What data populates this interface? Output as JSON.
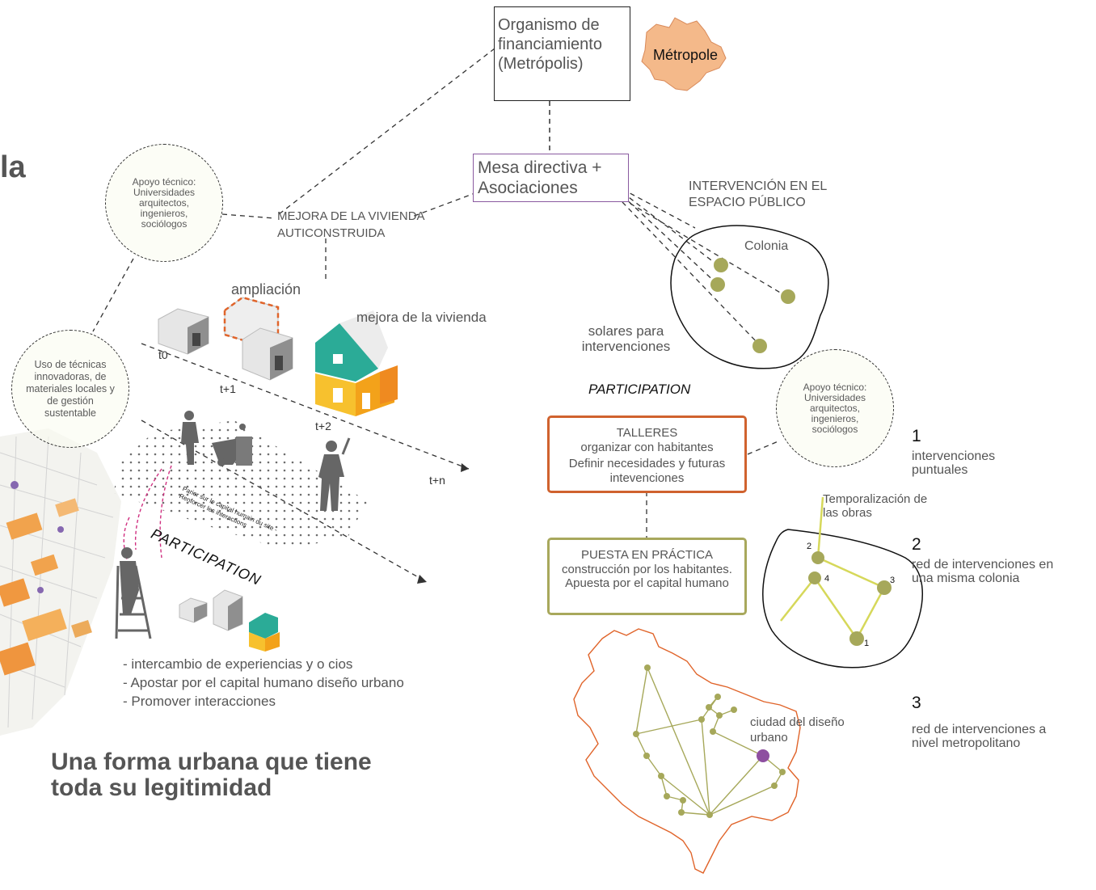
{
  "colors": {
    "metropole_fill": "#f4b98a",
    "olive": "#a6a85a",
    "yellow_green": "#d6d85a",
    "orange": "#e0642a",
    "purple": "#8e4fa0",
    "magenta": "#d03080",
    "box_border_orange": "#d0622e",
    "box_border_olive": "#a8a85c",
    "box_border_purple": "#8a5aa0"
  },
  "page_heading_fragment": "la",
  "financing_box": "Organismo de financiamiento (Metrópolis)",
  "metropole_label": "Métropole",
  "mesa_box": "Mesa directiva + Asociaciones",
  "espacio_publico": "INTERVENCIÓN EN EL ESPACIO PÚBLICO",
  "colonia_label": "Colonia",
  "apoyo_tecnico_left": "Apoyo técnico: Universidades arquitectos, ingenieros, sociólogos",
  "apoyo_tecnico_right": "Apoyo técnico: Universidades arquitectos, ingenieros, sociólogos",
  "mejora_autoconstruida": "MEJORA DE LA VIVIENDA AUTICONSTRUIDA",
  "ampliacion": "ampliación",
  "mejora_vivienda": "mejora de la vivienda",
  "tecnicas": "Uso de técnicas innovadoras, de materiales locales y de gestión sustentable",
  "time_labels": [
    "t0",
    "t+1",
    "t+2",
    "t+n"
  ],
  "participation_left": "PARTICIPATION",
  "small_french_text": "Parier sur le capital humain du site - Renforcer les interactions",
  "solares": "solares para intervenciones",
  "participation_right": "PARTICIPATION",
  "talleres": {
    "title": "TALLERES",
    "line1": "organizar con habitantes",
    "line2": "Definir necesidades y futuras intevenciones"
  },
  "puesta": {
    "title": "PUESTA EN PRÁCTICA",
    "body": "construcción por los habitantes. Apuesta por el capital humano"
  },
  "bullets": [
    "- intercambio de experiencias y o  cios",
    "- Apostar por el capital humano diseño urbano",
    "- Promover interacciones"
  ],
  "conclusion": "Una forma urbana que tiene toda su legitimidad",
  "legend": [
    {
      "number": "1",
      "text": "intervenciones puntuales"
    },
    {
      "number": "2",
      "text": "red de intervenciones en una misma colonia"
    },
    {
      "number": "3",
      "text": "red de intervenciones a nivel metropolitano"
    }
  ],
  "temporalizacion": "Temporalización de las obras",
  "network_node_labels": [
    "2",
    "4",
    "3",
    "1"
  ],
  "ciudad_diseno": "ciudad del diseño urbano"
}
